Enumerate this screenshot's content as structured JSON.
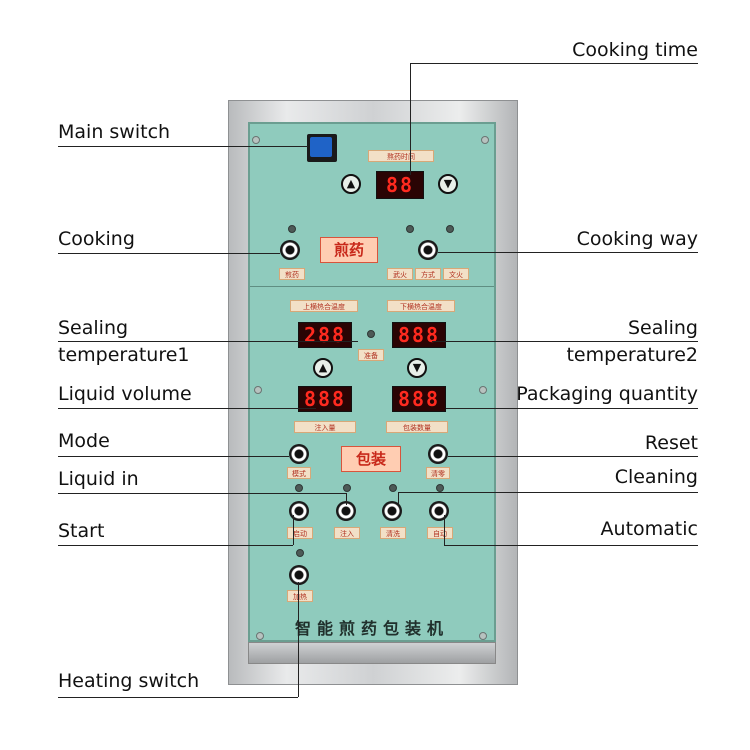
{
  "callouts": {
    "cooking_time": "Cooking time",
    "main_switch": "Main switch",
    "cooking": "Cooking",
    "cooking_way": "Cooking way",
    "sealing_temp1_line1": "Sealing",
    "sealing_temp1_line2": "temperature1",
    "sealing_temp2_line1": "Sealing",
    "sealing_temp2_line2": "temperature2",
    "liquid_volume": "Liquid volume",
    "packaging_quantity": "Packaging quantity",
    "mode": "Mode",
    "reset": "Reset",
    "liquid_in": "Liquid in",
    "cleaning": "Cleaning",
    "start": "Start",
    "automatic": "Automatic",
    "heating_switch": "Heating switch"
  },
  "panel": {
    "time_tag": "熬药时间",
    "time_display": "88",
    "cook_label": "煎药",
    "cook_tag": "煎药",
    "way_tags": [
      "武火",
      "方式",
      "文火"
    ],
    "upper_temp_tag": "上横热合温度",
    "lower_temp_tag": "下横热合温度",
    "temp1_display": "288",
    "temp2_display": "888",
    "standby_tag": "准备",
    "volume_display": "888",
    "quantity_display": "888",
    "volume_tag": "注入量",
    "quantity_tag": "包装数量",
    "pack_label": "包装",
    "mode_tag": "模式",
    "reset_tag": "清零",
    "start_tag": "启动",
    "inject_tag": "注入",
    "clean_tag": "清洗",
    "auto_tag": "自动",
    "heat_tag": "加热",
    "machine_name": "智能煎药包装机"
  },
  "icons": {
    "up": "up-arrow-icon",
    "down": "down-arrow-icon",
    "switch": "rocker-switch-icon"
  },
  "colors": {
    "panel": "#8fcbbd",
    "display_text": "#ff2a1f",
    "label_red": "#c8281a"
  }
}
